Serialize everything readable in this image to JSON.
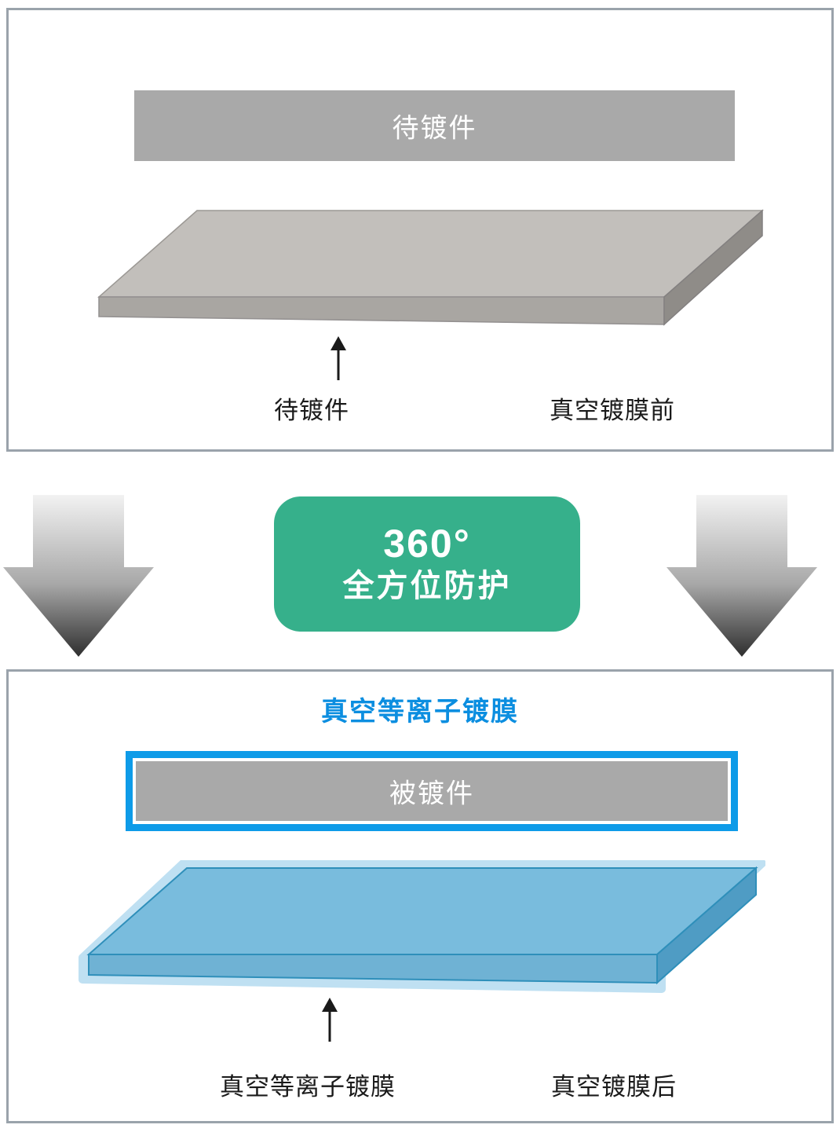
{
  "top_panel": {
    "plate_label": "待镀件",
    "caption_left": "待镀件",
    "caption_right": "真空镀膜前"
  },
  "middle": {
    "badge_line1": "360°",
    "badge_line2": "全方位防护",
    "badge_color": "#36b08b",
    "arrow_left_name": "down-arrow-left",
    "arrow_right_name": "down-arrow-right"
  },
  "bottom_panel": {
    "title": "真空等离子镀膜",
    "title_color": "#0b8ee0",
    "plate_label": "被镀件",
    "caption_left": "真空等离子镀膜",
    "caption_right": "真空镀膜后",
    "coating_color": "#0e9be8",
    "slab_color": "#68b3d6"
  },
  "colors": {
    "panel_border": "#9aa3ab",
    "grey_bar": "#a9a9a9",
    "slab_top": "#bdbab6",
    "background": "#ffffff"
  }
}
